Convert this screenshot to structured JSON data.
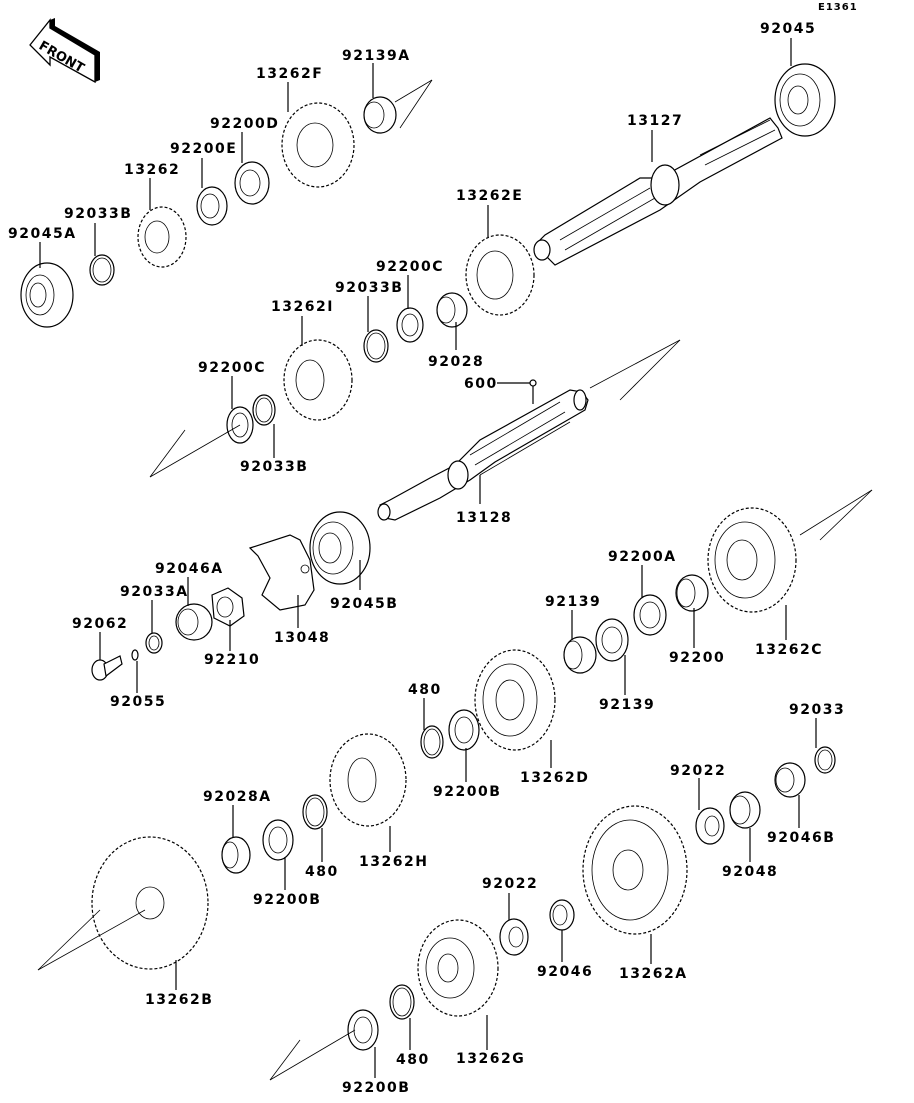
{
  "diagram": {
    "code": "E1361",
    "front_label": "FRONT",
    "parts": [
      {
        "id": "p-92045",
        "label": "92045"
      },
      {
        "id": "p-13127",
        "label": "13127"
      },
      {
        "id": "p-92139A",
        "label": "92139A"
      },
      {
        "id": "p-13262F",
        "label": "13262F"
      },
      {
        "id": "p-92200D",
        "label": "92200D"
      },
      {
        "id": "p-92200E",
        "label": "92200E"
      },
      {
        "id": "p-13262",
        "label": "13262"
      },
      {
        "id": "p-92033B-1",
        "label": "92033B"
      },
      {
        "id": "p-92045A",
        "label": "92045A"
      },
      {
        "id": "p-13262E",
        "label": "13262E"
      },
      {
        "id": "p-92200C-1",
        "label": "92200C"
      },
      {
        "id": "p-92033B-2",
        "label": "92033B"
      },
      {
        "id": "p-13262I",
        "label": "13262I"
      },
      {
        "id": "p-92028",
        "label": "92028"
      },
      {
        "id": "p-600",
        "label": "600"
      },
      {
        "id": "p-92200C-2",
        "label": "92200C"
      },
      {
        "id": "p-92033B-3",
        "label": "92033B"
      },
      {
        "id": "p-13128",
        "label": "13128"
      },
      {
        "id": "p-92046A",
        "label": "92046A"
      },
      {
        "id": "p-92033A",
        "label": "92033A"
      },
      {
        "id": "p-92062",
        "label": "92062"
      },
      {
        "id": "p-92055",
        "label": "92055"
      },
      {
        "id": "p-92210",
        "label": "92210"
      },
      {
        "id": "p-13048",
        "label": "13048"
      },
      {
        "id": "p-92045B",
        "label": "92045B"
      },
      {
        "id": "p-92200A",
        "label": "92200A"
      },
      {
        "id": "p-92139-1",
        "label": "92139"
      },
      {
        "id": "p-92139-2",
        "label": "92139"
      },
      {
        "id": "p-92200",
        "label": "92200"
      },
      {
        "id": "p-13262C",
        "label": "13262C"
      },
      {
        "id": "p-480-1",
        "label": "480"
      },
      {
        "id": "p-92200B-1",
        "label": "92200B"
      },
      {
        "id": "p-13262D",
        "label": "13262D"
      },
      {
        "id": "p-92033",
        "label": "92033"
      },
      {
        "id": "p-92022-1",
        "label": "92022"
      },
      {
        "id": "p-92048",
        "label": "92048"
      },
      {
        "id": "p-92046B",
        "label": "92046B"
      },
      {
        "id": "p-92028A",
        "label": "92028A"
      },
      {
        "id": "p-92200B-2",
        "label": "92200B"
      },
      {
        "id": "p-480-2",
        "label": "480"
      },
      {
        "id": "p-13262H",
        "label": "13262H"
      },
      {
        "id": "p-13262B",
        "label": "13262B"
      },
      {
        "id": "p-92022-2",
        "label": "92022"
      },
      {
        "id": "p-92046",
        "label": "92046"
      },
      {
        "id": "p-13262A",
        "label": "13262A"
      },
      {
        "id": "p-13262G",
        "label": "13262G"
      },
      {
        "id": "p-480-3",
        "label": "480"
      },
      {
        "id": "p-92200B-3",
        "label": "92200B"
      }
    ]
  }
}
